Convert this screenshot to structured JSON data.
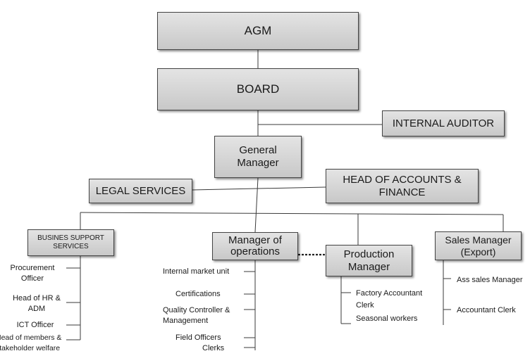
{
  "boxes": {
    "agm": "AGM",
    "board": "BOARD",
    "internal_auditor": "INTERNAL AUDITOR",
    "general_manager": "General Manager",
    "legal_services": "LEGAL SERVICES",
    "head_accounts_finance": "HEAD OF ACCOUNTS & FINANCE",
    "business_support": "BUSINES SUPPORT SERVICES",
    "manager_operations": "Manager of operations",
    "production_manager": "Production Manager",
    "sales_manager": "Sales Manager (Export)"
  },
  "business_support_staff": [
    "Procurement Officer",
    "Head of HR & ADM",
    "ICT Officer",
    "Head of members & stakeholder welfare"
  ],
  "operations_staff": [
    "Internal market unit",
    "Certifications",
    "Quality Controller & Management",
    "Field Officers",
    "Clerks"
  ],
  "production_staff": [
    "Factory Accountant Clerk",
    "Seasonal workers"
  ],
  "sales_staff": [
    "Ass sales Manager",
    "Accountant Clerk"
  ]
}
